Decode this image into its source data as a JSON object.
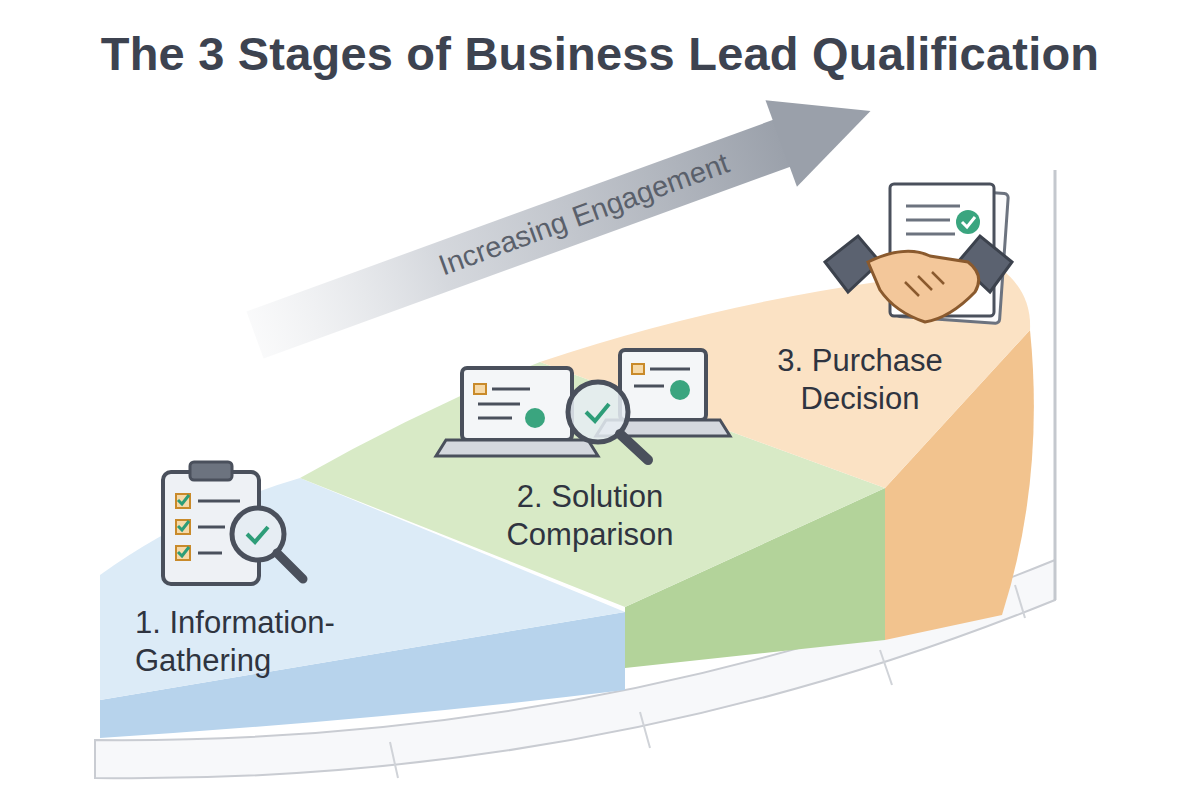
{
  "diagram": {
    "title": "The 3 Stages of Business Lead Qualification",
    "nodes": [
      {
        "text": [
          "1. Information-Gathering"
        ]
      },
      {
        "text": [
          "2. Solution Comparison"
        ]
      },
      {
        "text": [
          "3. Purchase Decision"
        ]
      }
    ],
    "labels": [
      "Increasing Engagement"
    ]
  }
}
